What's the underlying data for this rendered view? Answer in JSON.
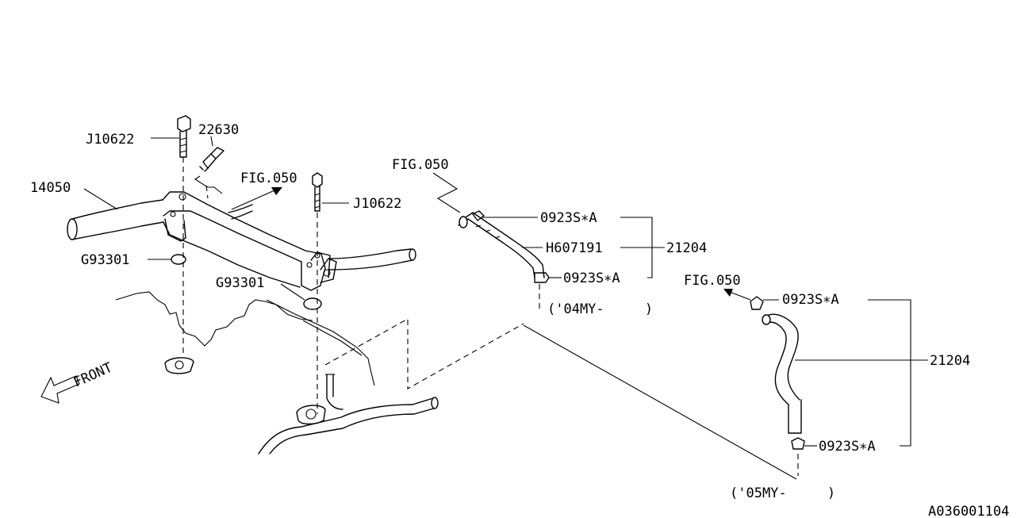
{
  "diagram": {
    "callouts": {
      "j10622_top": "J10622",
      "p22630": "22630",
      "p14050": "14050",
      "fig050_left": "FIG.050",
      "j10622_right": "J10622",
      "g93301_left": "G93301",
      "g93301_right": "G93301",
      "fig050_mid": "FIG.050",
      "clip_04_top": "0923S∗A",
      "h607191": "H607191",
      "p21204_04": "21204",
      "clip_04_bottom": "0923S∗A",
      "my04": "('04MY-     )",
      "fig050_right": "FIG.050",
      "clip_05_top": "0923S∗A",
      "p21204_05": "21204",
      "clip_05_bottom": "0923S∗A",
      "my05": "('05MY-     )",
      "front": "FRONT",
      "drawing_no": "A036001104"
    }
  }
}
